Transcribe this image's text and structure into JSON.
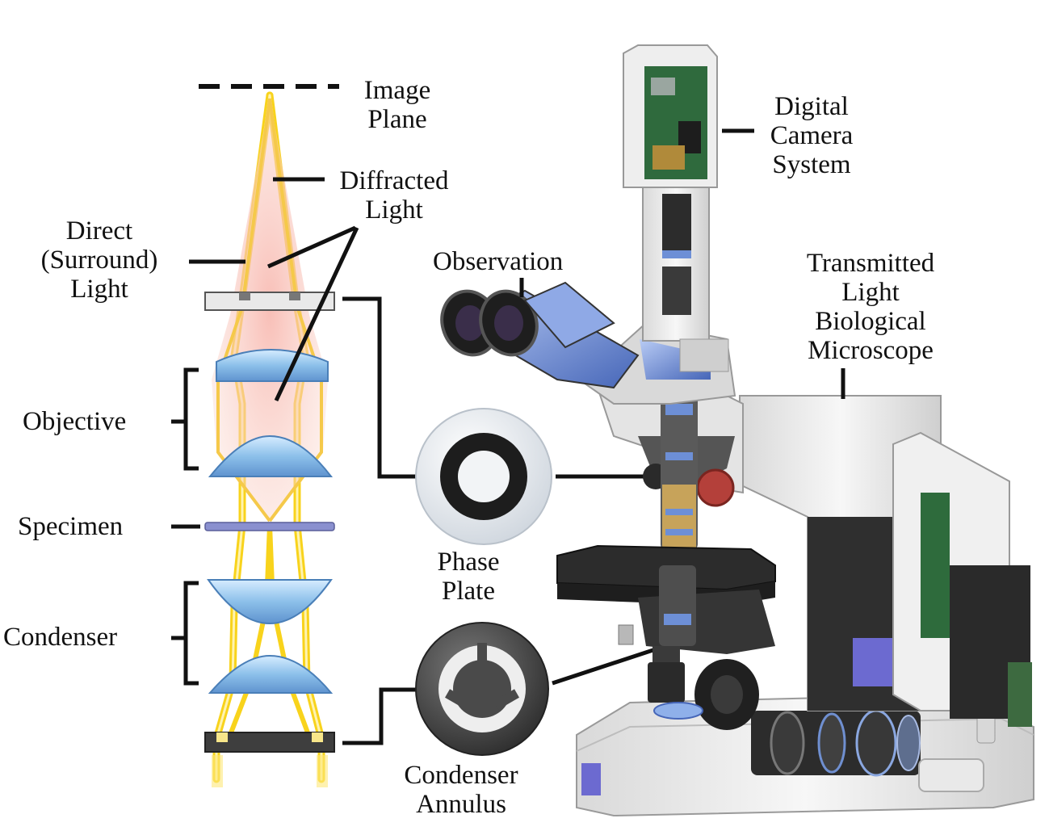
{
  "labels": {
    "image_plane": "Image\nPlane",
    "diffracted_light": "Diffracted\nLight",
    "direct_light": "Direct\n(Surround)\nLight",
    "objective": "Objective",
    "specimen": "Specimen",
    "condenser": "Condenser",
    "observation": "Observation",
    "phase_plate": "Phase\nPlate",
    "condenser_annulus": "Condenser\nAnnulus",
    "digital_camera": "Digital\nCamera\nSystem",
    "microscope": "Transmitted\nLight\nBiological\nMicroscope"
  },
  "colors": {
    "beam": "#f8d31c",
    "beam_core": "#fff1a3",
    "cone": "#f7b3aa",
    "lens": "#8cc0ea",
    "lens_edge": "#4a7fb8",
    "specimen": "#8a90cf",
    "plate": "#e8e8e8",
    "annulus": "#4a4a4a",
    "stand": "#efefef",
    "optics": "#6d8fd6"
  }
}
